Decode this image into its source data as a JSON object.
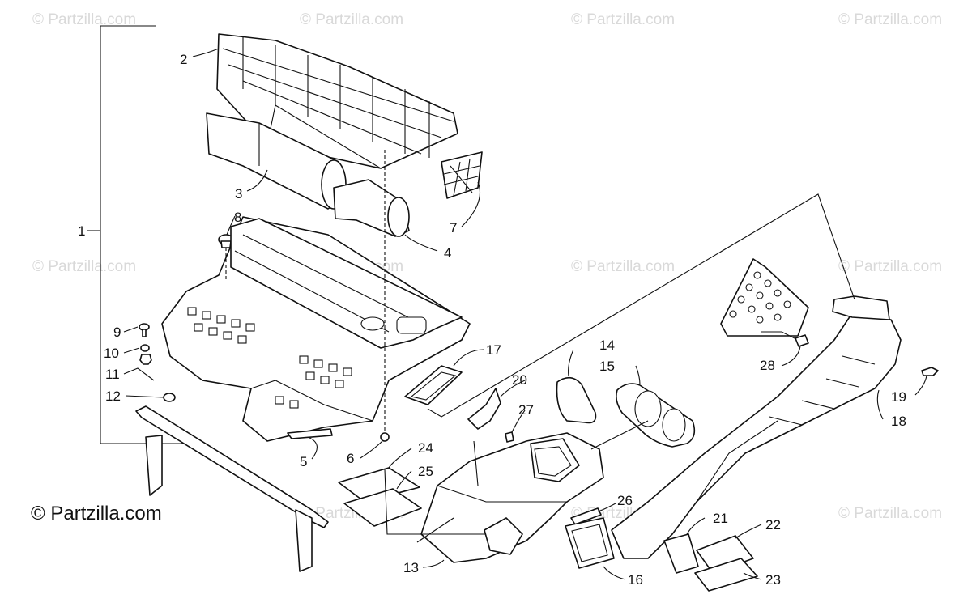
{
  "watermark": "© Partzilla.com",
  "copyright": "© Partzilla.com",
  "callouts": [
    "1",
    "2",
    "3",
    "4",
    "5",
    "6",
    "7",
    "8",
    "9",
    "10",
    "11",
    "12",
    "13",
    "14",
    "15",
    "16",
    "17",
    "18",
    "19",
    "20",
    "21",
    "22",
    "23",
    "24",
    "25",
    "26",
    "27",
    "28"
  ]
}
